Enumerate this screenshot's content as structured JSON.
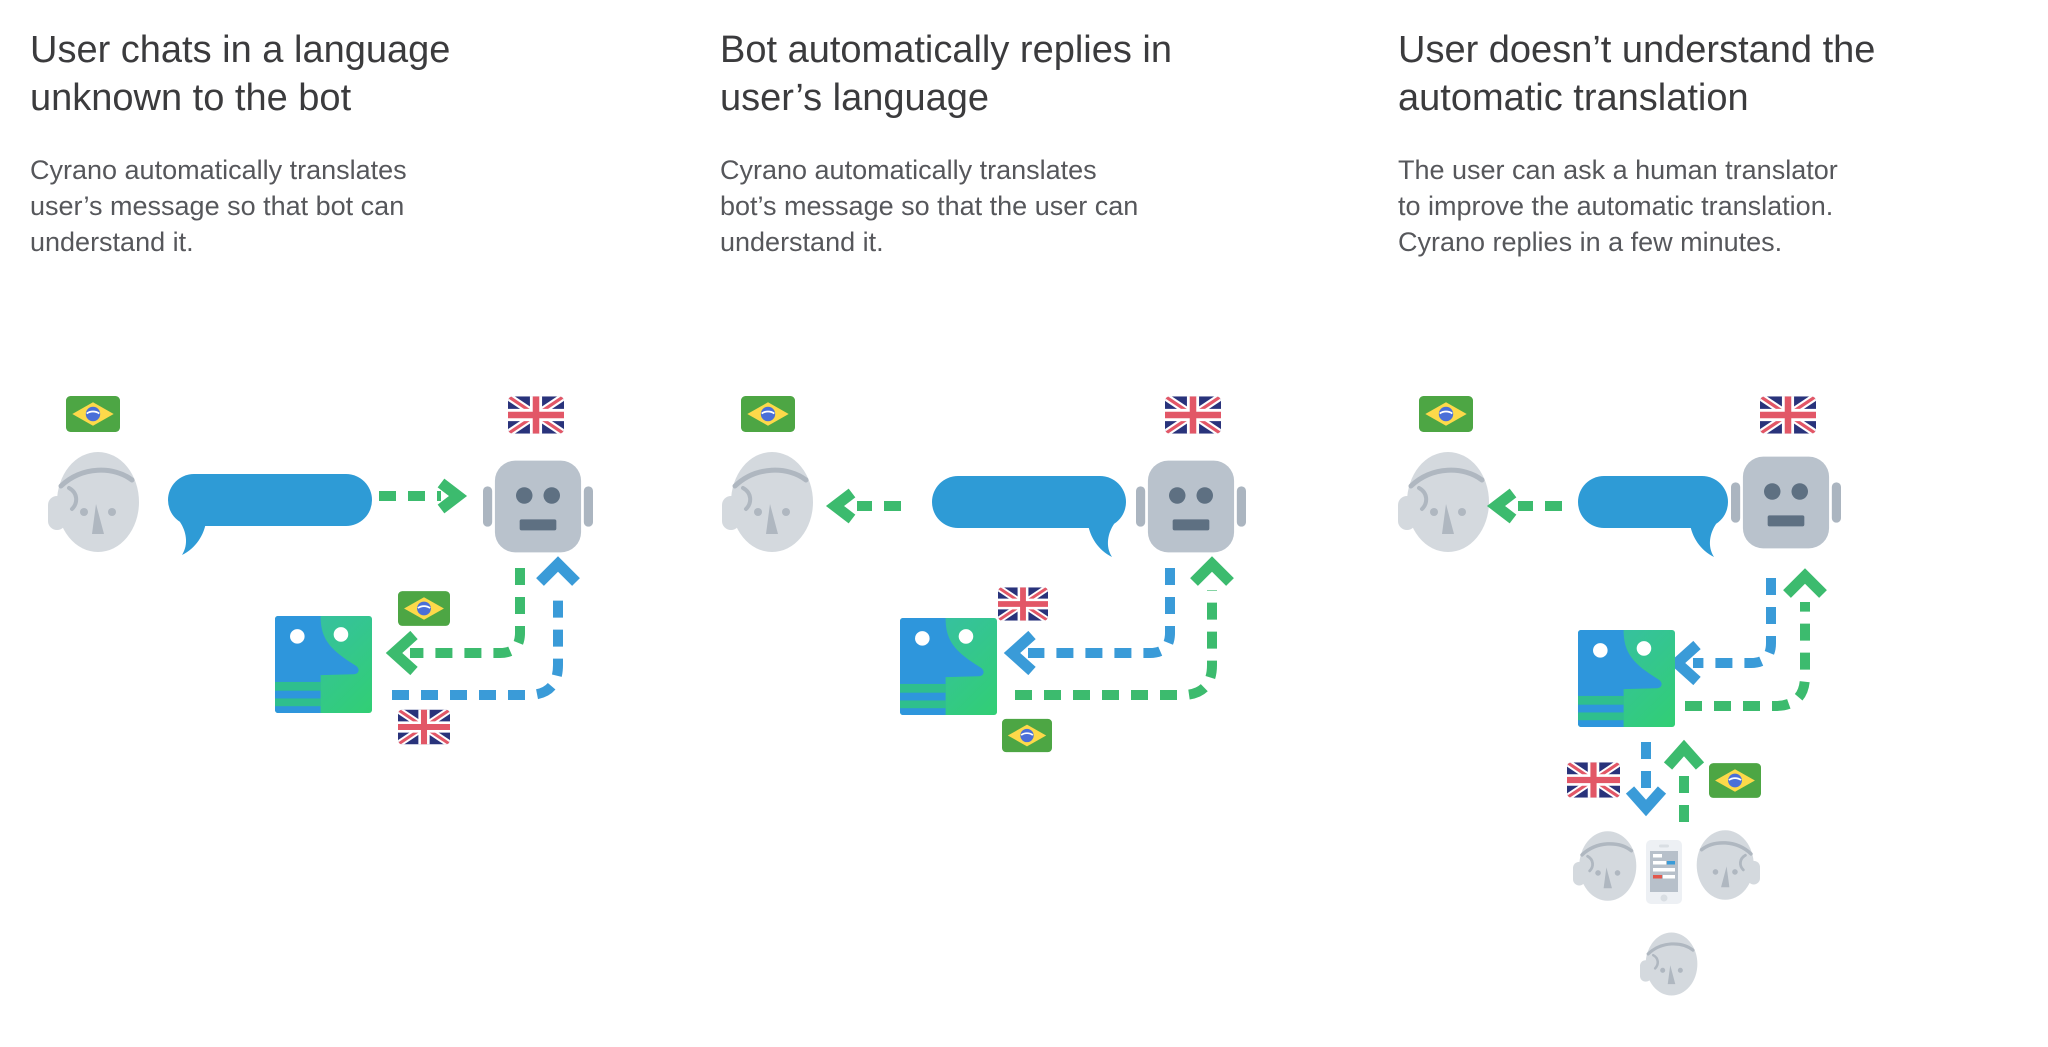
{
  "page": {
    "background": "#FFFFFF",
    "product_name": "Cyrano"
  },
  "palette": {
    "green": "#3CBB6E",
    "blue": "#3A9BD8",
    "bubble_blue": "#2E9BD6",
    "heading": "#3B3B3D",
    "body": "#56575B",
    "robot_gray": "#B9C2CC",
    "robot_dark": "#5E7082",
    "robot_ear": "#ABB5C0",
    "face_gray": "#D4D9DE",
    "face_dark": "#AFB7C0",
    "logo_blue": "#2E96DC",
    "logo_teal": "#38BCAB",
    "logo_green": "#31CF74",
    "logo_stripe": "#2FBF8D",
    "br_green": "#4DA644",
    "br_yellow": "#FDD94A",
    "br_blue": "#4A6FD8",
    "uk_navy": "#29337B",
    "uk_red": "#E25767",
    "phone_body": "#EDF0F4",
    "phone_screen": "#B7C0CA",
    "phone_detail": "#D9DEE3",
    "phone_blue": "#3A9BD8",
    "phone_red": "#E2574C"
  },
  "icons": {
    "user": "user-face-icon",
    "bot": "robot-face-icon",
    "cyrano": "cyrano-logo-icon",
    "translator": "translator-face-icon",
    "phone": "smartphone-icon",
    "flag_portuguese": "brazil-flag-icon",
    "flag_english": "uk-flag-icon",
    "message": "speech-bubble-icon",
    "arrow_green": "green-dashed-arrow-icon",
    "arrow_blue": "blue-dashed-arrow-icon"
  },
  "columns": [
    {
      "id": "user-chats",
      "title": "User chats in a language\nunknown to the bot",
      "description": "Cyrano automatically translates\nuser’s message so that bot can\nunderstand it."
    },
    {
      "id": "bot-replies",
      "title": "Bot automatically replies in\nuser’s language",
      "description": "Cyrano automatically translates\nbot’s message so that the user can\nunderstand it."
    },
    {
      "id": "human-translation",
      "title": "User doesn’t understand the\nautomatic translation",
      "description": "The user can ask a human translator\nto improve the automatic translation.\nCyrano replies in a few minutes."
    }
  ]
}
